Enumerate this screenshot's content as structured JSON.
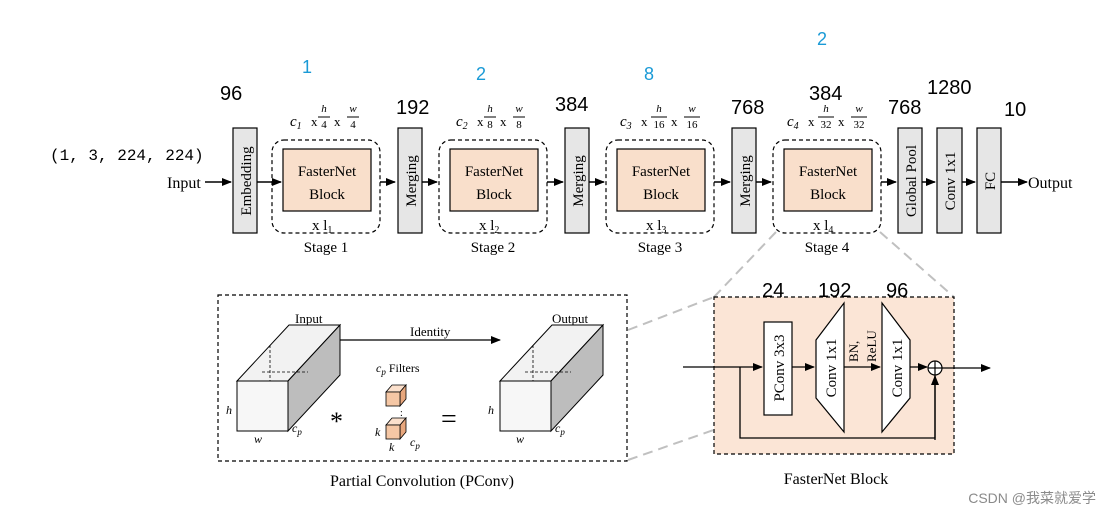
{
  "colors": {
    "block_fill": "#f9dfcb",
    "block_stroke": "#000000",
    "gray_box": "#e6e6e6",
    "layer_count_color": "#1a9ad6",
    "dashed_gray": "#c0c0c0",
    "fasternet_panel_fill": "#fbe5d6",
    "filter_fill": "#f5c7a5"
  },
  "top": {
    "input_shape": "(1, 3, 224, 224)",
    "input_label": "Input",
    "output_label": "Output",
    "embedding_label": "Embedding",
    "embedding_channels": "96",
    "stages": [
      {
        "name": "Stage 1",
        "block": [
          "FasterNet",
          "Block"
        ],
        "repeat": "x l",
        "repeat_sub": "1",
        "shape_c": "c",
        "shape_c_sub": "1",
        "shape_h": "h",
        "shape_h_den": "4",
        "shape_w": "w",
        "shape_w_den": "4",
        "depth": "1",
        "merge_channels": "192"
      },
      {
        "name": "Stage 2",
        "block": [
          "FasterNet",
          "Block"
        ],
        "repeat": "x l",
        "repeat_sub": "2",
        "shape_c": "c",
        "shape_c_sub": "2",
        "shape_h": "h",
        "shape_h_den": "8",
        "shape_w": "w",
        "shape_w_den": "8",
        "depth": "2",
        "merge_channels": "384"
      },
      {
        "name": "Stage 3",
        "block": [
          "FasterNet",
          "Block"
        ],
        "repeat": "x l",
        "repeat_sub": "3",
        "shape_c": "c",
        "shape_c_sub": "3",
        "shape_h": "h",
        "shape_h_den": "16",
        "shape_w": "w",
        "shape_w_den": "16",
        "depth": "8",
        "merge_channels": "768"
      },
      {
        "name": "Stage 4",
        "block": [
          "FasterNet",
          "Block"
        ],
        "repeat": "x l",
        "repeat_sub": "4",
        "shape_c": "c",
        "shape_c_sub": "4",
        "shape_h": "h",
        "shape_h_den": "32",
        "shape_w": "w",
        "shape_w_den": "32",
        "depth": "2",
        "stage_channels": "384"
      }
    ],
    "merging_label": "Merging",
    "times_symbol": "x",
    "global_pool_label": "Global Pool",
    "global_pool_channels": "768",
    "conv_label": "Conv 1x1",
    "conv_channels": "1280",
    "fc_label": "FC",
    "fc_channels": "10"
  },
  "pconv_panel": {
    "title": "Partial Convolution (PConv)",
    "input_label": "Input",
    "output_label": "Output",
    "identity_label": "Identity",
    "filters_c": "c",
    "filters_sub": "p",
    "filters_label": "Filters",
    "h": "h",
    "w": "w",
    "cp": "c",
    "cp_sub": "p",
    "k": "k",
    "star": "*",
    "equals": "="
  },
  "fasternet_block": {
    "title": "FasterNet Block",
    "pconv_label": "PConv 3x3",
    "pconv_channels": "24",
    "conv1_label": "Conv 1x1",
    "conv1_channels": "192",
    "bn_label": "BN,",
    "relu_label": "ReLU",
    "conv2_label": "Conv 1x1",
    "conv2_channels": "96",
    "add_symbol": "+"
  },
  "watermark": "CSDN @我菜就爱学"
}
